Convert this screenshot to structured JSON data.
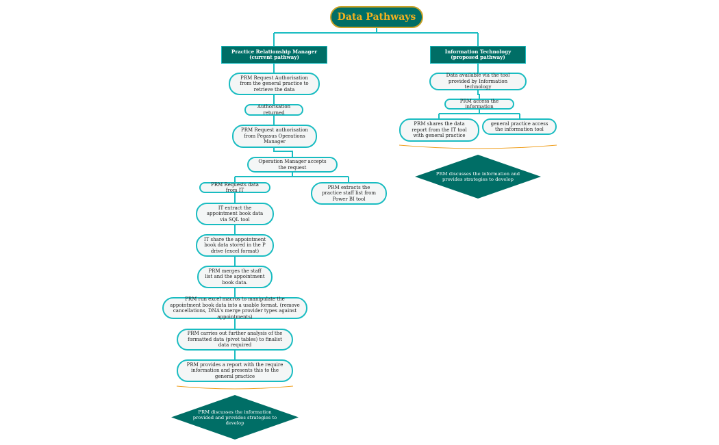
{
  "title": "Data Pathways",
  "left": {
    "header": "Practice Relationship Manager (current pathway)",
    "steps": [
      "PRM Request Authorisation from the general practice to retrieve the data",
      "Authorisation returned",
      "PRM Request authorisation from Pegasus Operations Manager",
      "Operation Manager accepts the request",
      "PRM Requests data from IT",
      "PRM extracts the practice staff list from Power BI tool",
      "IT extract the appointment book data via SQL tool",
      "IT share the appointment book data stored in the P drive (excel format)",
      "PRM merges the staff list and the appointment book data.",
      "PRM run excel macros to manipulate the appointment book data into a usable format. (remove cancellations, DNA's merge provider types against appointments)",
      "PRM carries out further analysis of the formatted data (pivot tables) to finalist data required",
      "PRM provides a report with the require information and presents this to the general practice"
    ],
    "outcome": "PRM discusses the information provided and provides strategies to develop"
  },
  "right": {
    "header": "Information Technology (proposed pathway)",
    "steps": [
      "Data available via the tool provided by Information technology",
      "PRM access the information",
      "PRM shares the data report from the IT tool with general practice",
      "general practice access the information tool"
    ],
    "outcome": "PRM discusses the information and provides strategies to develop"
  },
  "colors": {
    "accent_teal": "#006e66",
    "border_cyan": "#19bcc1",
    "title_gold": "#f2b01e",
    "summary_orange": "#f0a020"
  }
}
